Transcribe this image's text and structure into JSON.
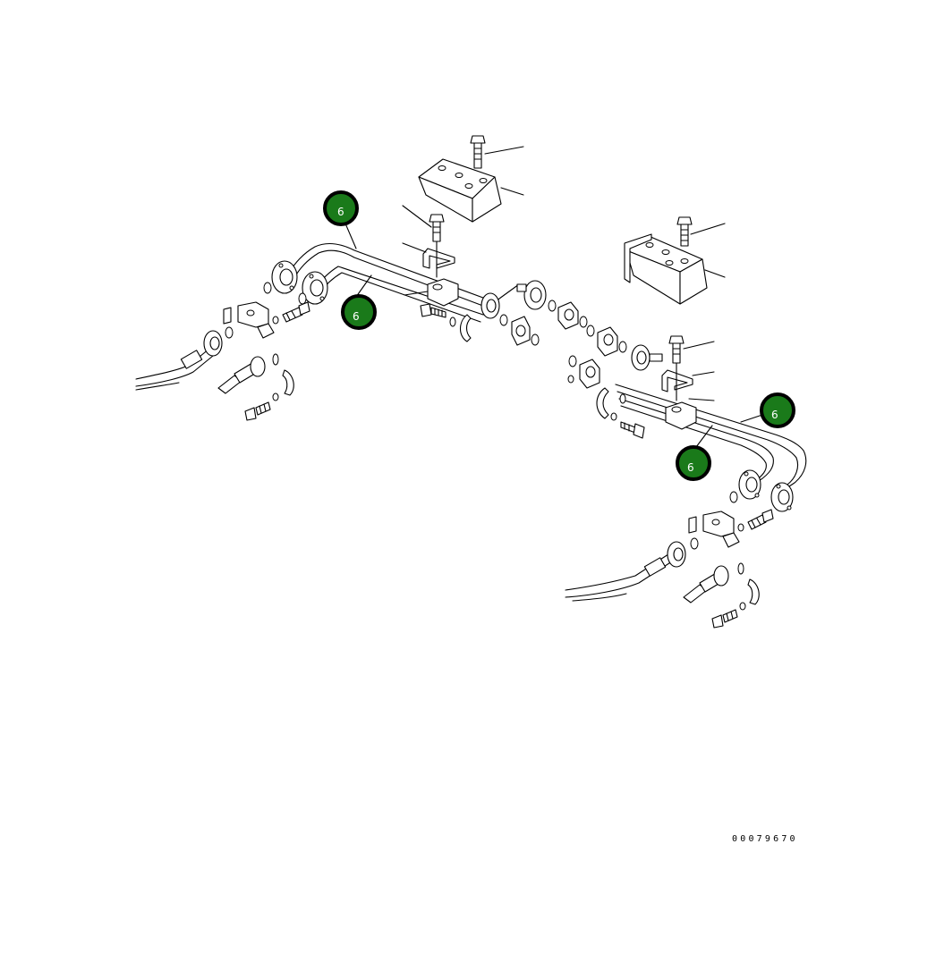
{
  "callouts": [
    {
      "label": "6"
    },
    {
      "label": "6"
    },
    {
      "label": "6"
    },
    {
      "label": "6"
    }
  ],
  "drawing_number": "00079670",
  "colors": {
    "callout_fill": "#1a7a1a",
    "line": "#000000",
    "background": "#ffffff"
  }
}
